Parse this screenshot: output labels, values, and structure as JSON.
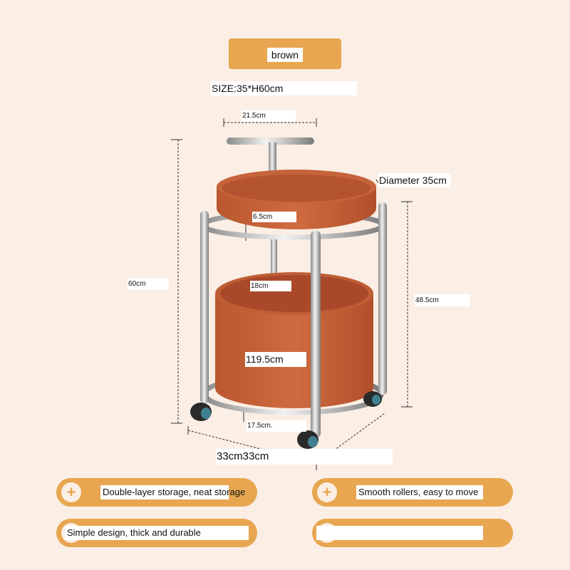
{
  "header": {
    "color_option": "brown",
    "size_text": "SIZE:35*H60cm"
  },
  "dimensions": {
    "handle_width": "21.5cm",
    "diameter": "Diameter 35cm",
    "tray_depth": "6.5cm",
    "total_height": "60cm",
    "shelf_gap": "18cm",
    "side_height": "48.5cm",
    "bucket_height": "119.5cm",
    "wheel_height": "17.5cm.",
    "base_size": "33cm33cm"
  },
  "features": [
    "Double-layer storage, neat storage",
    "Smooth rollers, easy to move",
    "Simple design, thick and durable",
    ""
  ],
  "colors": {
    "background": "#fbeee4",
    "accent": "#e7a64f",
    "product": "#c8643c"
  }
}
